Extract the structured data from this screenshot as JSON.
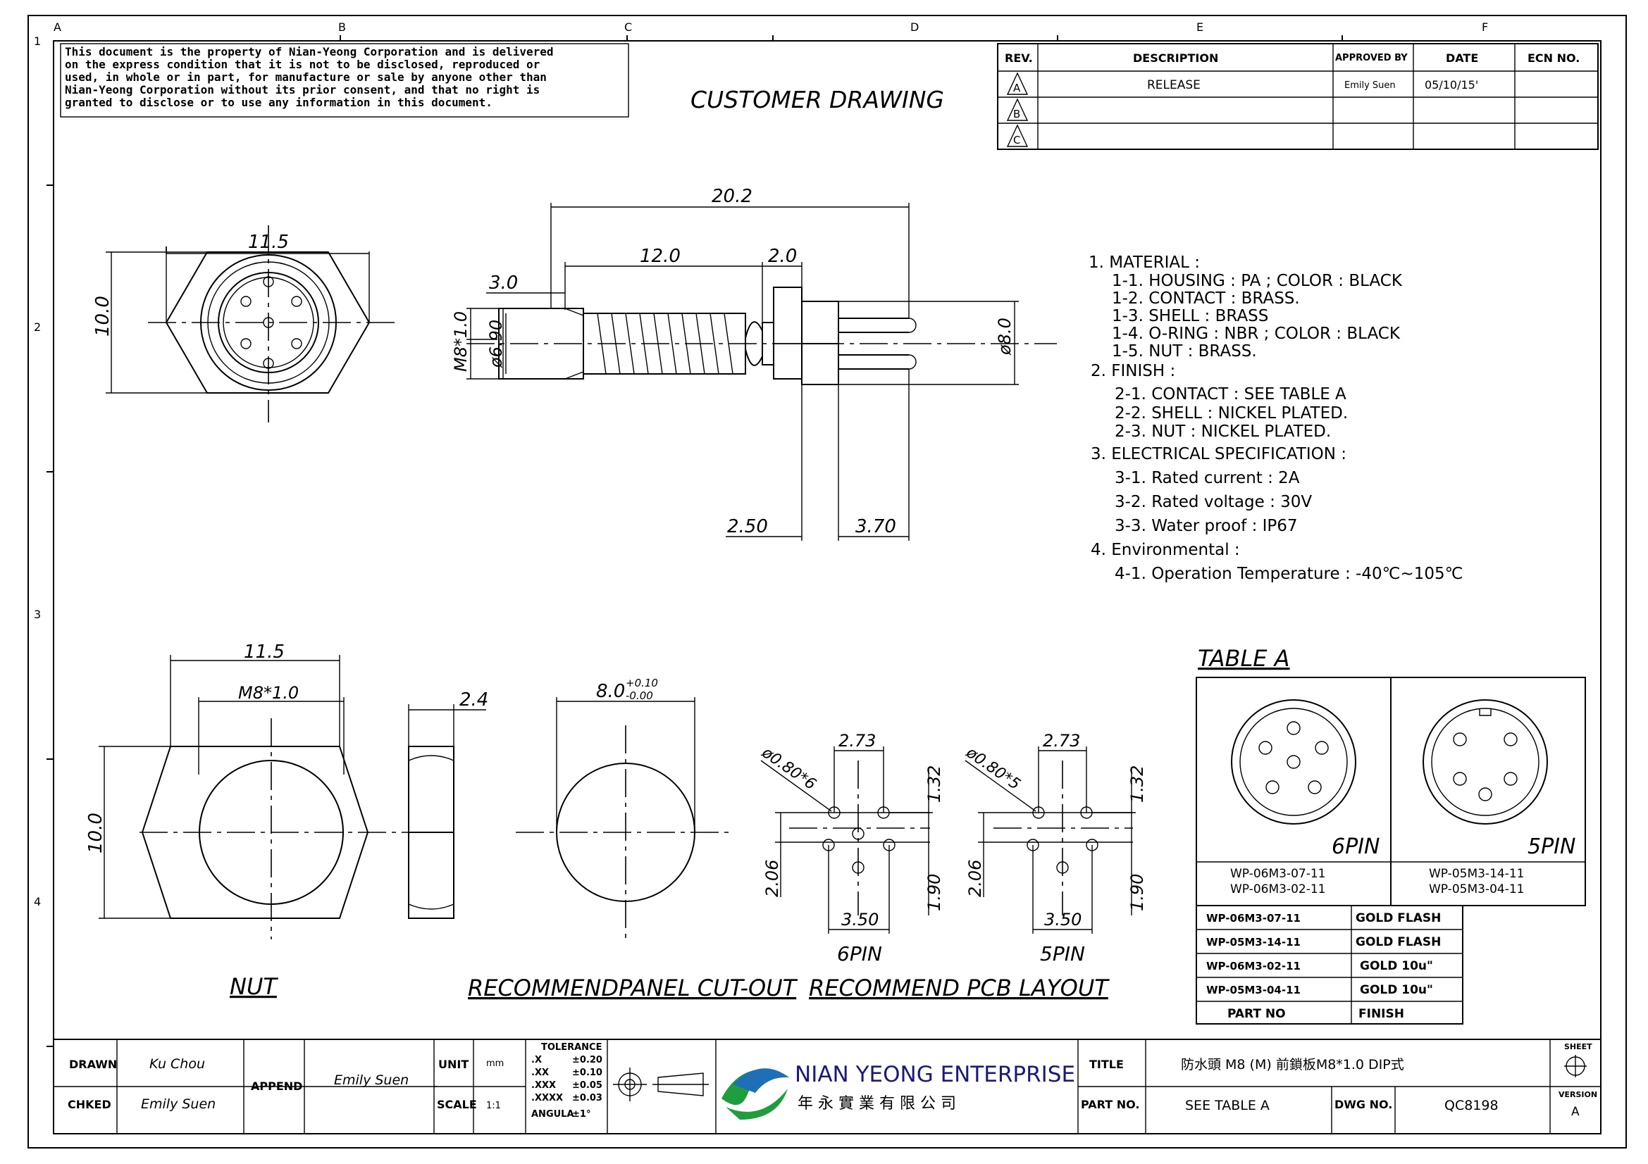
{
  "frame": {
    "col_markers": [
      "A",
      "B",
      "C",
      "D",
      "E",
      "F"
    ],
    "row_markers": [
      "1",
      "2",
      "3",
      "4"
    ]
  },
  "disclaimer": [
    "This document is the property of Nian-Yeong Corporation and is delivered",
    "on  the  express condition that it is not to be disclosed, reproduced or",
    "used, in whole or in part, for manufacture or sale by anyone other than",
    "Nian-Yeong Corporation without  its prior consent, and that  no right  is",
    "granted to disclose or to use any information in this  document."
  ],
  "heading": "CUSTOMER  DRAWING",
  "revision_table": {
    "headers": [
      "REV.",
      "DESCRIPTION",
      "APPROVED BY",
      "DATE",
      "ECN NO."
    ],
    "rows": [
      {
        "rev": "A",
        "description": "RELEASE",
        "approved_by": "Emily Suen",
        "date": "05/10/15'",
        "ecn": ""
      },
      {
        "rev": "B",
        "description": "",
        "approved_by": "",
        "date": "",
        "ecn": ""
      },
      {
        "rev": "C",
        "description": "",
        "approved_by": "",
        "date": "",
        "ecn": ""
      }
    ]
  },
  "dimensions": {
    "front_width": "11.5",
    "front_height": "10.0",
    "side_total": "20.2",
    "side_body": "12.0",
    "side_nut": "2.0",
    "side_front": "3.0",
    "side_thread": "M8*1.0",
    "side_dia_front": "ø6.90",
    "side_dia_rear": "ø8.0",
    "side_bottom_left": "2.50",
    "side_bottom_right": "3.70",
    "nut_width": "11.5",
    "nut_thread": "M8*1.0",
    "nut_height": "10.0",
    "nut_thickness": "2.4",
    "cutout_dia": "8.0",
    "cutout_tol_upper": "+0.10",
    "cutout_tol_lower": "-0.00",
    "pcb6_holes": "ø0.80*6",
    "pcb5_holes": "ø0.80*5",
    "pcb_top": "2.73",
    "pcb_right_top": "1.32",
    "pcb_left": "2.06",
    "pcb_right_bottom": "1.90",
    "pcb_bottom": "3.50"
  },
  "view_labels": {
    "nut": "NUT",
    "cutout": "RECOMMENDPANEL  CUT-OUT",
    "pcb": "RECOMMEND   PCB  LAYOUT",
    "pcb6": "6PIN",
    "pcb5": "5PIN"
  },
  "specs": [
    "1. MATERIAL  :",
    "1-1.  HOUSING  :  PA  ;  COLOR  :  BLACK",
    "1-2.  CONTACT  :  BRASS.",
    "1-3.  SHELL  :  BRASS",
    "1-4.  O-RING  :  NBR  ;  COLOR  :  BLACK",
    "1-5.  NUT  :  BRASS.",
    "2. FINISH  :",
    "2-1.  CONTACT  :  SEE  TABLE  A",
    "2-2.  SHELL  :  NICKEL  PLATED.",
    "2-3.  NUT  :  NICKEL  PLATED.",
    "3. ELECTRICAL  SPECIFICATION  :",
    "3-1.  Rated  current  :  2A",
    "3-2.  Rated  voltage  :  30V",
    "3-3.  Water  proof  :  IP67",
    "4. Environmental  :",
    "4-1.  Operation  Temperature  :  -40℃~105℃"
  ],
  "table_a": {
    "title": "TABLE  A",
    "pin6_label": "6PIN",
    "pin5_label": "5PIN",
    "pin6_parts": [
      "WP-06M3-07-11",
      "WP-06M3-02-11"
    ],
    "pin5_parts": [
      "WP-05M3-14-11",
      "WP-05M3-04-11"
    ],
    "finish_rows": [
      {
        "part": "WP-06M3-07-11",
        "finish": "GOLD  FLASH"
      },
      {
        "part": "WP-05M3-14-11",
        "finish": "GOLD  FLASH"
      },
      {
        "part": "WP-06M3-02-11",
        "finish": "GOLD  10u\""
      },
      {
        "part": "WP-05M3-04-11",
        "finish": "GOLD  10u\""
      }
    ],
    "finish_header_part": "PART  NO",
    "finish_header_finish": "FINISH"
  },
  "title_block": {
    "drawn_label": "DRAWN",
    "drawn_value": "Ku Chou",
    "checked_label": "CHKED",
    "checked_value": "Emily Suen",
    "append_label": "APPEND",
    "append_value": "Emily Suen",
    "unit_label": "UNIT",
    "unit_value": "mm",
    "scale_label": "SCALE",
    "scale_value": "1:1",
    "tolerance_title": "TOLERANCE",
    "tolerance_rows": [
      {
        "k": ".X",
        "v": "±0.20"
      },
      {
        "k": ".XX",
        "v": "±0.10"
      },
      {
        "k": ".XXX",
        "v": "±0.05"
      },
      {
        "k": ".XXXX",
        "v": "±0.03"
      },
      {
        "k": "ANGULA",
        "v": "±1°"
      }
    ],
    "company_en": "NIAN YEONG ENTERPRISE",
    "company_zh": "年 永 實 業 有 限 公 司",
    "title_label": "TITLE",
    "title_value": "防水頭  M8  (M)  前鎖板M8*1.0  DIP式",
    "part_label": "PART NO.",
    "part_value": "SEE TABLE A",
    "dwg_label": "DWG NO.",
    "dwg_value": "QC8198",
    "sheet_label": "SHEET",
    "version_label": "VERSION",
    "version_value": "A"
  }
}
